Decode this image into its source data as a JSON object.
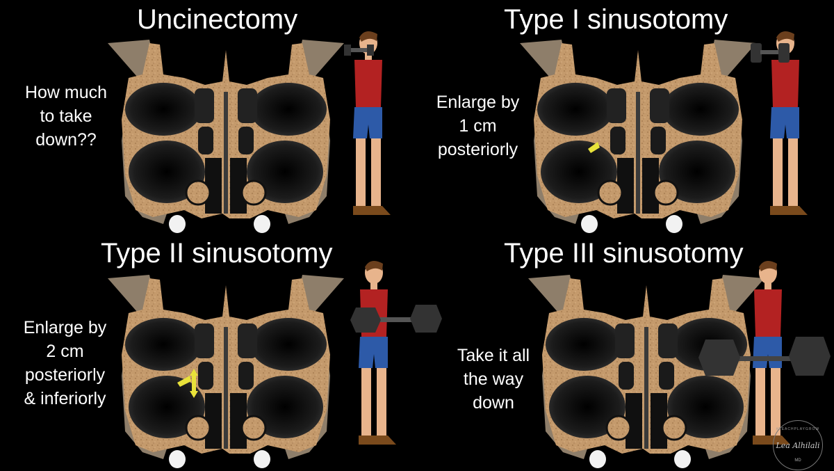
{
  "panels": [
    {
      "title": "Uncinectomy",
      "caption": [
        "How much",
        "to take",
        "down??"
      ]
    },
    {
      "title": "Type I sinusotomy",
      "caption": [
        "Enlarge by",
        "1 cm",
        "posteriorly"
      ]
    },
    {
      "title": "Type II sinusotomy",
      "caption": [
        "Enlarge by",
        "2 cm",
        "posteriorly",
        "& inferiorly"
      ]
    },
    {
      "title": "Type III sinusotomy",
      "caption": [
        "Take it all",
        "the way",
        "down"
      ]
    }
  ],
  "watermark": {
    "top": "#TEACHPLAYGROW",
    "signature": "Lea Alhilali",
    "suffix": "MD"
  },
  "colors": {
    "background": "#000000",
    "bone": "#c49a6c",
    "soft_tissue": "#8e7e6a",
    "sinus": "#151515",
    "tooth": "#f2f2f2",
    "arrow": "#e8e23a",
    "shirt": "#b32222",
    "shorts": "#2d5aa8",
    "skin": "#e8b48c"
  },
  "icons": [
    "sinus-anatomy-illustration",
    "weightlifter-figure",
    "dumbbell-icon",
    "barbell-icon",
    "double-arrow-icon"
  ]
}
